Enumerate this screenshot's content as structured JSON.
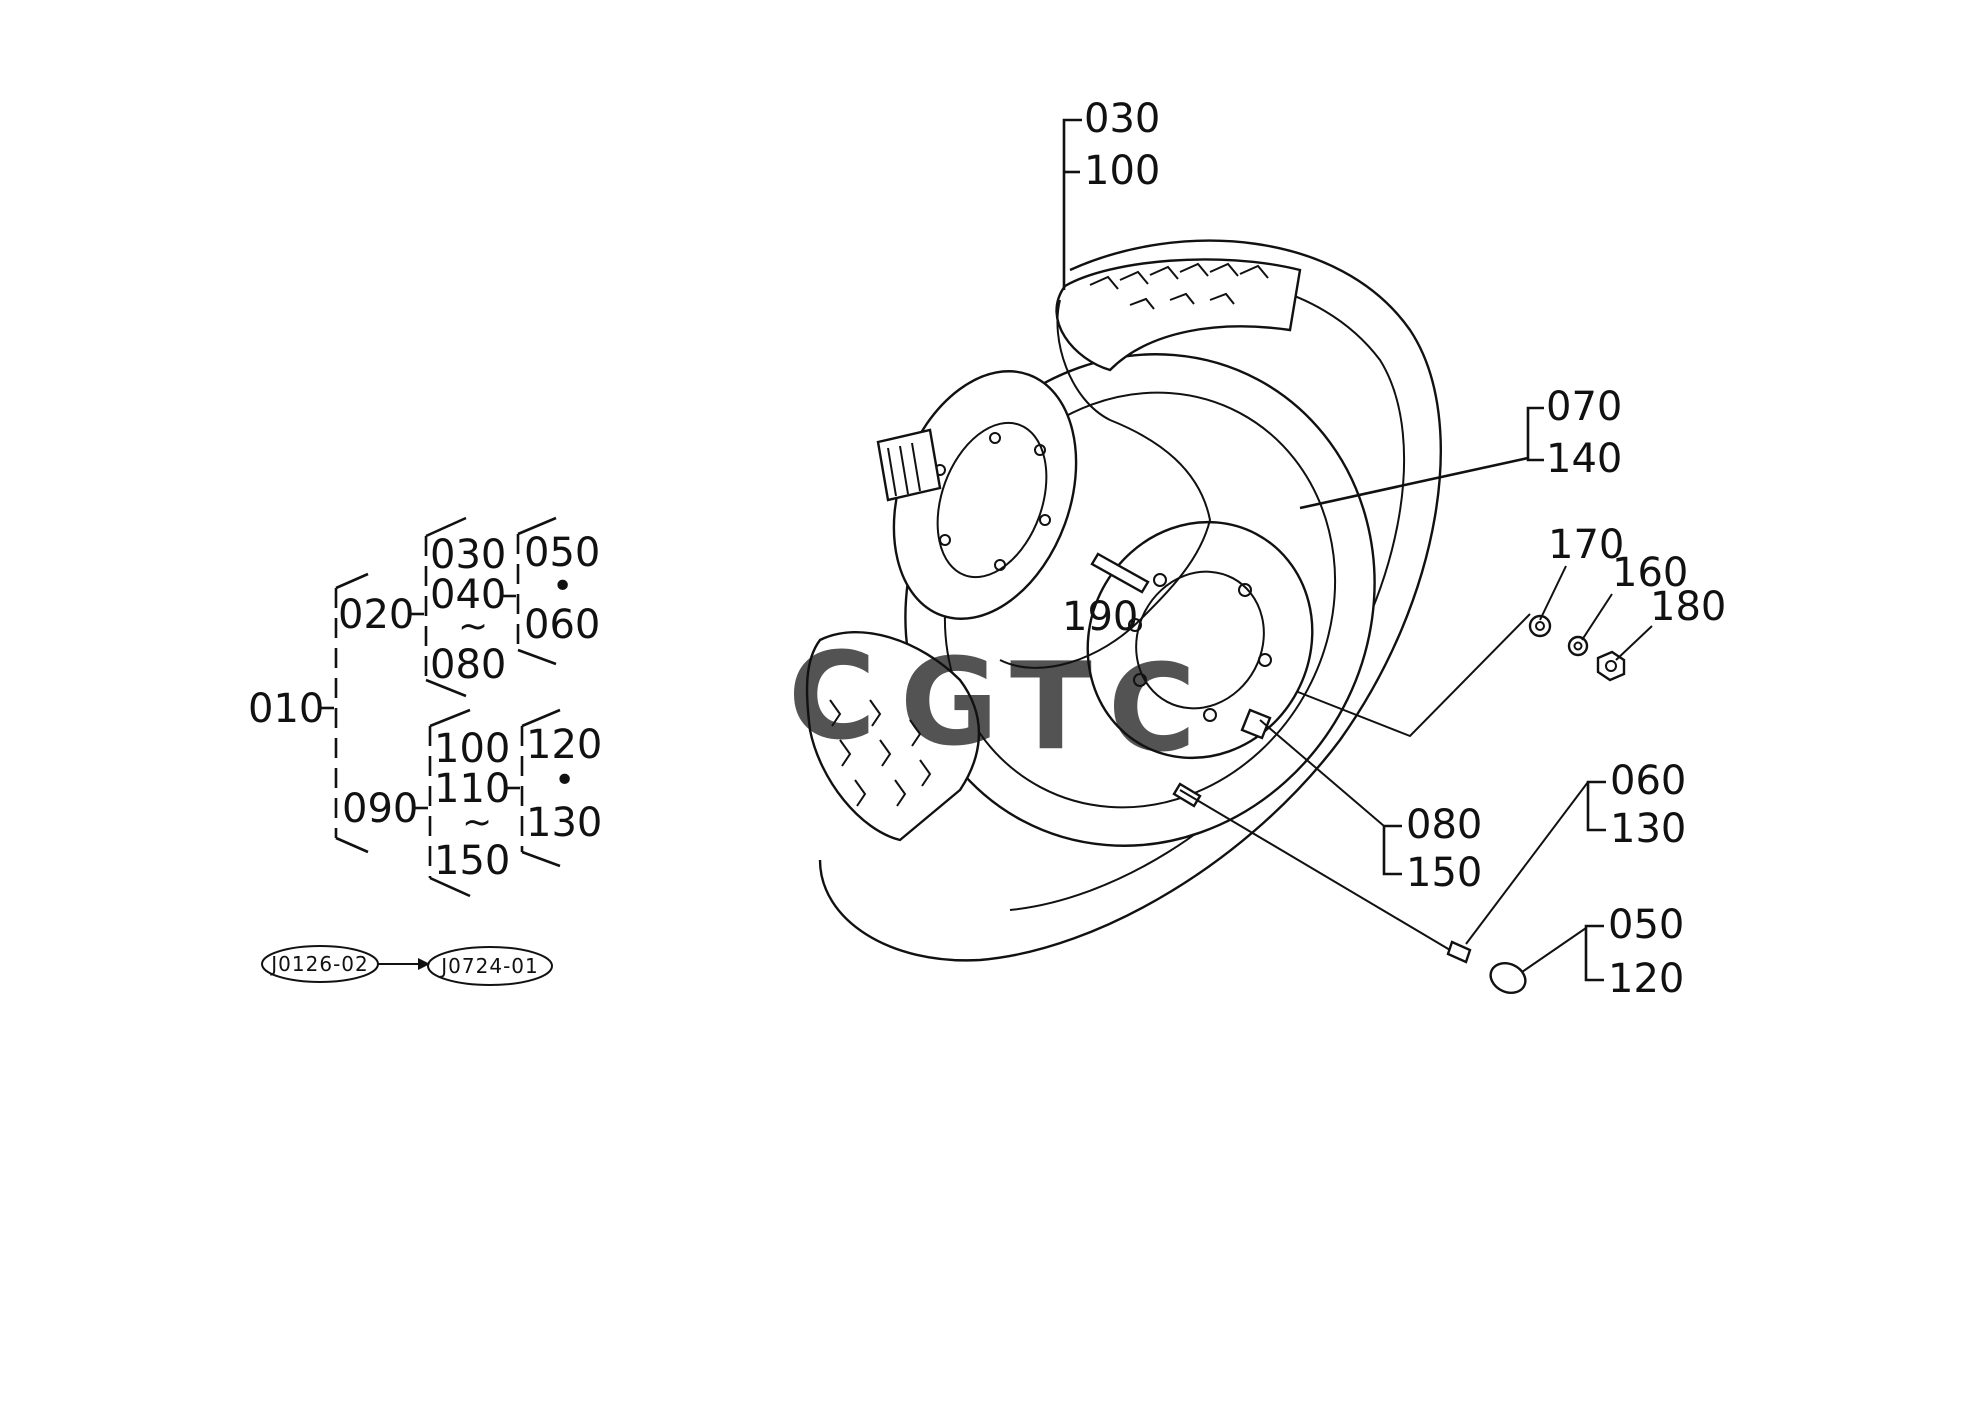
{
  "diagram": {
    "tree": {
      "root": "010",
      "branch_a": "020",
      "branch_a_items": [
        "030",
        "040",
        "080"
      ],
      "branch_a_sub": [
        "050",
        "060"
      ],
      "branch_b": "090",
      "branch_b_items": [
        "100",
        "110",
        "150"
      ],
      "branch_b_sub": [
        "120",
        "130"
      ],
      "range_mark": "~",
      "dot_mark": "•"
    },
    "refs": {
      "from": "J0126-02",
      "to": "J0724-01"
    },
    "callouts": {
      "tire_top": "030",
      "tire_bottom": "100",
      "rim_top": "070",
      "rim_bottom": "140",
      "stud": "190",
      "washer": "170",
      "lockwasher": "160",
      "nut": "180",
      "valve_top": "080",
      "valve_bottom": "150",
      "valve_core_top": "060",
      "valve_core_bottom": "130",
      "cap_top": "050",
      "cap_bottom": "120"
    },
    "watermark": {
      "letters": [
        "C",
        "G",
        "T",
        "C"
      ],
      "colors": [
        "#4a86e8",
        "#ea4335",
        "#fbbc05",
        "#34a853"
      ]
    }
  }
}
